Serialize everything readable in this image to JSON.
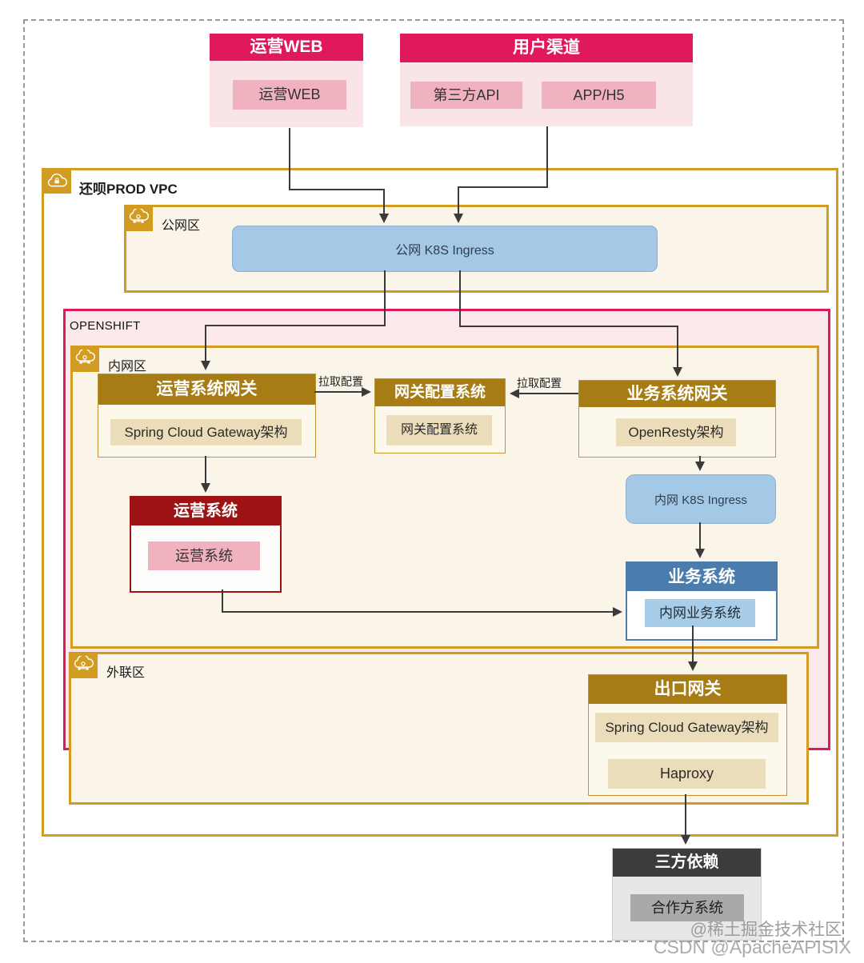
{
  "colors": {
    "pink": "#E0195C",
    "pink_body": "#F9E5E8",
    "pink_item": "#F0B2BE",
    "gold_border": "#D29B21",
    "gold_header": "#A87C14",
    "cream_zone": "#FAF5E8",
    "cream_body": "#FCF8EC",
    "tan_item": "#EBDDB9",
    "red_header": "#9D1212",
    "blue_header": "#4A7DAE",
    "blue_ingress": "#A3C9E7",
    "blue_item": "#A8CDE9",
    "dark_header": "#3C3C3C",
    "gray_body": "#E7E7E7",
    "gray_item": "#A9A9A9",
    "line": "#3A3A3A"
  },
  "clients": {
    "ops_web": {
      "title": "运营WEB",
      "item": "运营WEB"
    },
    "user_channel": {
      "title": "用户渠道",
      "items": [
        "第三方API",
        "APP/H5"
      ]
    }
  },
  "vpc": {
    "label": "还呗PROD VPC"
  },
  "public_zone": {
    "label": "公网区",
    "ingress": "公网 K8S Ingress"
  },
  "openshift": {
    "label": "OPENSHIFT"
  },
  "internal_zone": {
    "label": "内网区",
    "ops_gateway": {
      "title": "运营系统网关",
      "item": "Spring Cloud Gateway架构"
    },
    "config_system": {
      "title": "网关配置系统",
      "item": "网关配置系统"
    },
    "biz_gateway": {
      "title": "业务系统网关",
      "item": "OpenResty架构"
    },
    "ops_system": {
      "title": "运营系统",
      "item": "运营系统"
    },
    "internal_ingress": "内网 K8S Ingress",
    "biz_system": {
      "title": "业务系统",
      "item": "内网业务系统"
    }
  },
  "edge_labels": {
    "pull_config_left": "拉取配置",
    "pull_config_right": "拉取配置"
  },
  "external_zone": {
    "label": "外联区",
    "exit_gateway": {
      "title": "出口网关",
      "items": [
        "Spring Cloud Gateway架构",
        "Haproxy"
      ]
    }
  },
  "third_party": {
    "title": "三方依赖",
    "item": "合作方系统"
  },
  "watermarks": [
    "@稀土掘金技术社区",
    "CSDN @ApacheAPISIX"
  ]
}
